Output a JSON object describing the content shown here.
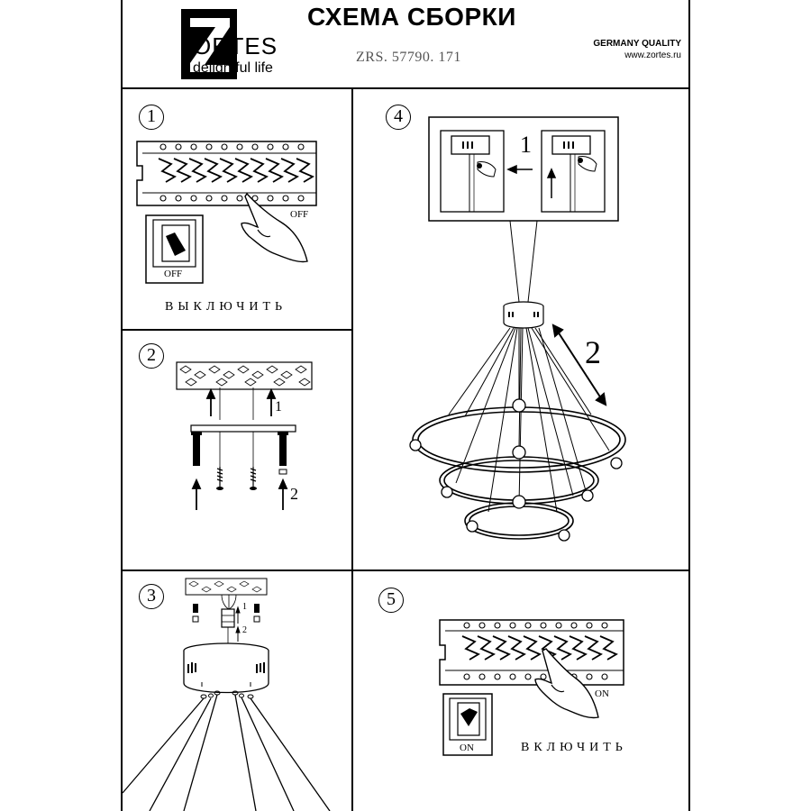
{
  "header": {
    "brand_name": "ORTES",
    "brand_letter": "Z",
    "tagline": "delightful life",
    "title": "СХЕМА СБОРКИ",
    "code": "ZRS. 57790. 171",
    "quality": "GERMANY QUALITY",
    "website": "www.zortes.ru"
  },
  "steps": [
    {
      "number": "1",
      "action": "ВЫКЛЮЧИТЬ",
      "breaker_label": "OFF",
      "switch_label": "OFF"
    },
    {
      "number": "2",
      "arrow_1": "1",
      "arrow_2": "2"
    },
    {
      "number": "3",
      "arrow_1": "1",
      "arrow_2": "2"
    },
    {
      "number": "4",
      "arrow_1": "1",
      "arrow_2": "2"
    },
    {
      "number": "5",
      "action": "ВКЛЮЧИТЬ",
      "breaker_label": "ON",
      "switch_label": "ON"
    }
  ]
}
